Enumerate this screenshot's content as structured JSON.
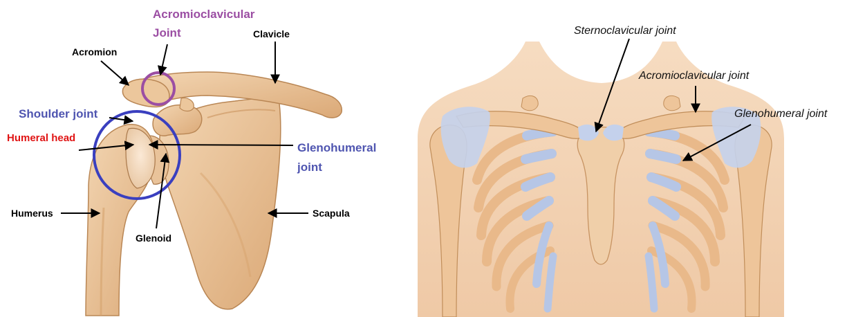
{
  "left_panel": {
    "labels": {
      "acromioclavicular_line1": "Acromioclavicular",
      "acromioclavicular_line2": "Joint",
      "clavicle": "Clavicle",
      "acromion": "Acromion",
      "shoulder_joint": "Shoulder joint",
      "humeral_head": "Humeral head",
      "glenohumeral_line1": "Glenohumeral",
      "glenohumeral_line2": "joint",
      "humerus": "Humerus",
      "scapula": "Scapula",
      "glenoid": "Glenoid"
    }
  },
  "right_panel": {
    "labels": {
      "sternoclavicular": "Sternoclavicular  joint",
      "acromioclavicular": "Acromioclavicular  joint",
      "glenohumeral": "Glenohumeral  joint"
    }
  },
  "colors": {
    "bone": "#eec9a0",
    "bone_dark": "#c8955e",
    "cartilage": "#b9c7e4",
    "skin": "#f4d3b4",
    "acromioclavicular_circle": "#9b4ea3",
    "shoulder_joint_circle": "#3a3fbf",
    "humeral_head_label": "#e01414"
  }
}
